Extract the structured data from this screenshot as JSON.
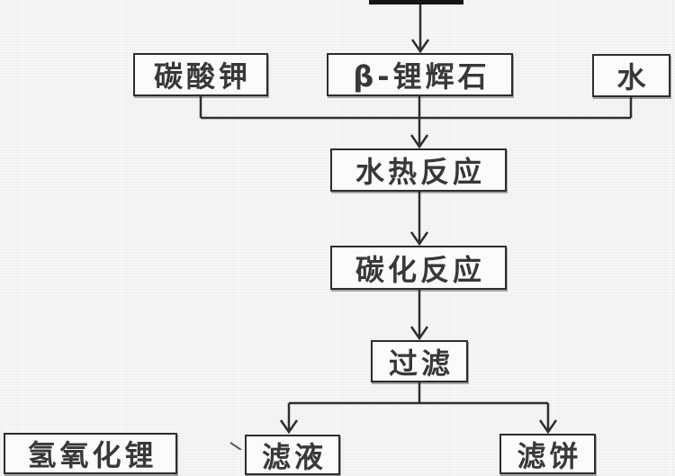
{
  "flowchart": {
    "background_color": "#f7f7f5",
    "line_color": "#2f2f2f",
    "box_border_color": "#2d2d2d",
    "text_color": "#383838",
    "nodes": {
      "k2co3": {
        "label": "碳酸钾"
      },
      "spodumene": {
        "label": "β-锂辉石"
      },
      "water": {
        "label": "水"
      },
      "hydrothermal": {
        "label": "水热反应"
      },
      "carbonation": {
        "label": "碳化反应"
      },
      "filtration": {
        "label": "过滤"
      },
      "lithium_hydroxide": {
        "label": "氢氧化锂"
      },
      "filtrate": {
        "label": "滤液"
      },
      "filter_cake": {
        "label": "滤饼"
      }
    }
  }
}
